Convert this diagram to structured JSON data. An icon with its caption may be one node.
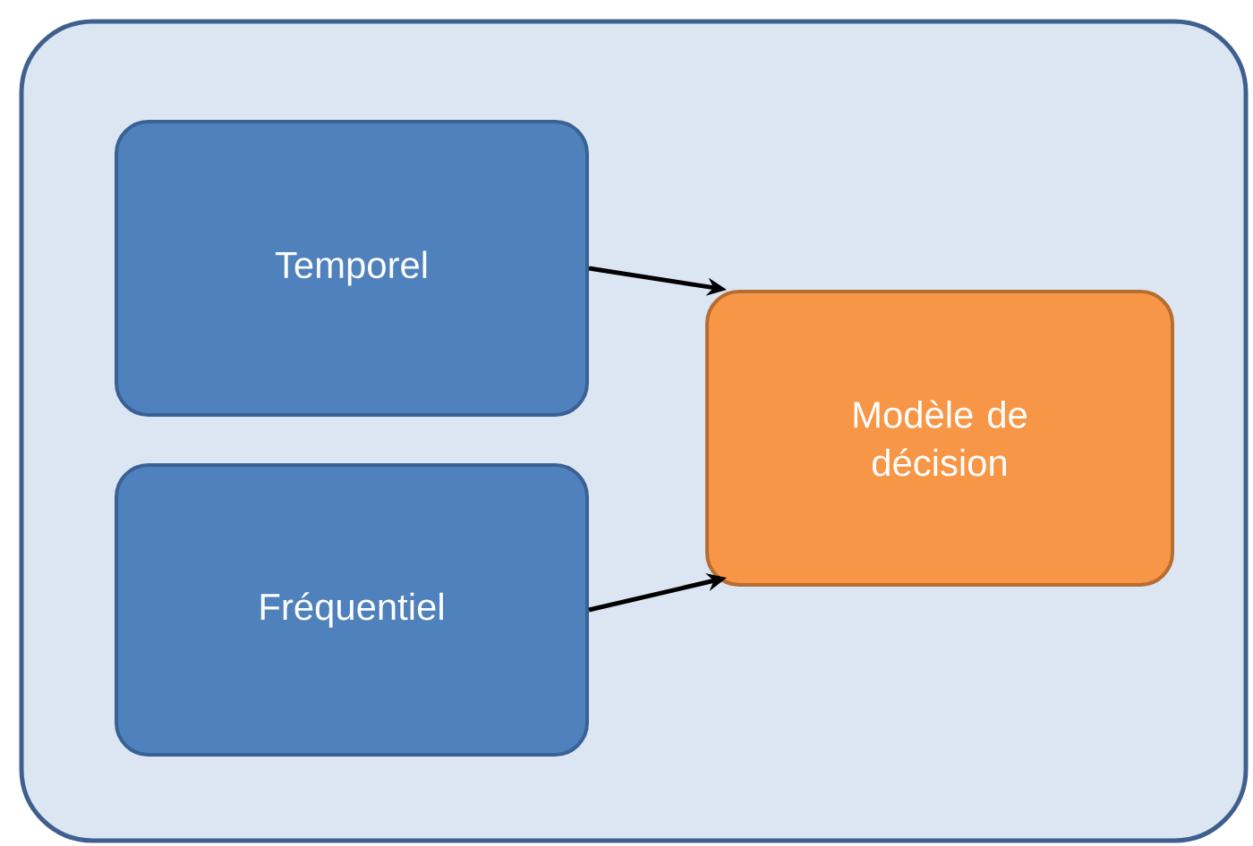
{
  "diagram": {
    "nodes": [
      {
        "text": [],
        "shape": "box"
      },
      {
        "text": [
          "Temporel"
        ],
        "in": 0
      },
      {
        "text": [
          "Fréquentiel"
        ],
        "in": 0
      },
      {
        "text": [
          "Modèle de décision"
        ],
        "in": 0
      }
    ],
    "edges": [
      {
        "from": 1,
        "to": 3,
        "arrow": "to"
      },
      {
        "from": 2,
        "to": 3,
        "arrow": "to"
      }
    ]
  }
}
